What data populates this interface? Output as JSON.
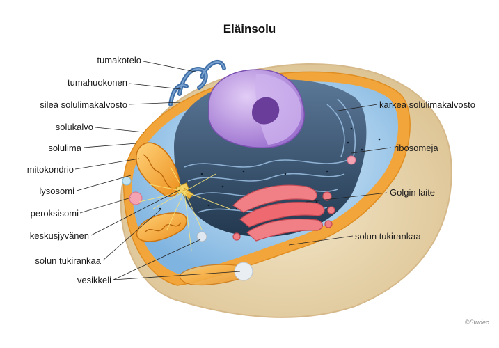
{
  "title": "Eläinsolu",
  "credit": "©Studeo",
  "labels_left": [
    "tumakotelo",
    "tumahuokonen",
    "sileä solulimakalvosto",
    "solukalvo",
    "solulima",
    "mitokondrio",
    "lysosomi",
    "peroksisomi",
    "keskusjyvänen",
    "solun tukirankaa",
    "vesikkeli"
  ],
  "labels_right": [
    "karkea solulimakalvosto",
    "ribosomeja",
    "Golgin laite",
    "solun tukirankaa"
  ],
  "colors": {
    "membrane": "#f2a53a",
    "cytoplasm": "#9cc8ea",
    "base": "#ead7b0",
    "nucleus": "#b892e0",
    "nucleolus": "#6a3d9a",
    "er": "#2f4a66",
    "golgi": "#ee6a70",
    "mitochondria": "#f6a531"
  }
}
